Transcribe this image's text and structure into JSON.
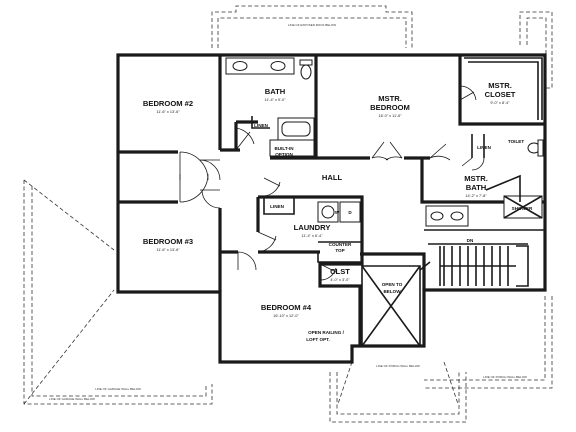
{
  "rooms": {
    "bedroom2": {
      "label": "BEDROOM #2",
      "dims": "11'-6\" x 13'-6\""
    },
    "bedroom3": {
      "label": "BEDROOM #3",
      "dims": "11'-6\" x 13'-6\""
    },
    "bedroom4": {
      "label": "BEDROOM #4",
      "dims": "16'-10\" x 12'-0\""
    },
    "bath": {
      "label": "BATH",
      "dims": "11'-4\" x 9'-0\""
    },
    "mstr_bedroom": {
      "label1": "MSTR.",
      "label2": "BEDROOM",
      "dims": "16'-0\" x 11'-6\""
    },
    "mstr_closet": {
      "label1": "MSTR.",
      "label2": "CLOSET",
      "dims": "9'-0\" x 8'-4\""
    },
    "mstr_bath": {
      "label1": "MSTR.",
      "label2": "BATH",
      "dims": "14'-2\" x 7'-8\""
    },
    "hall": {
      "label": "HALL"
    },
    "laundry": {
      "label": "LAUNDRY",
      "dims": "11'-4\" x 6'-4\""
    },
    "clst": {
      "label": "CLST",
      "dims": "4'-0\" x 3'-0\""
    }
  },
  "notes": {
    "built_in_1": "BUILT-IN",
    "built_in_2": "OPTION",
    "linen_bath": "LINEN",
    "linen_laundry": "LINEN",
    "linen_mbath": "LINEN",
    "toilet": "TOILET",
    "shower": "SHOWER",
    "counter_1": "COUNTER",
    "counter_2": "TOP",
    "washer": "W",
    "dryer": "D",
    "open_below_1": "OPEN TO",
    "open_below_2": "BELOW",
    "railing_1": "OPEN RAILING /",
    "railing_2": "LOFT OPT.",
    "stair": "DN",
    "below_top": "LINE OF EXPOSED ROOF BELOW",
    "below_garage_1": "LINE OF GARAGE WALL BELOW",
    "below_garage_2": "LINE OF GARAGE WALL BELOW",
    "below_porch": "LINE OF PORCH WALL BELOW",
    "below_right": "LINE OF PORCH WALL BELOW"
  }
}
